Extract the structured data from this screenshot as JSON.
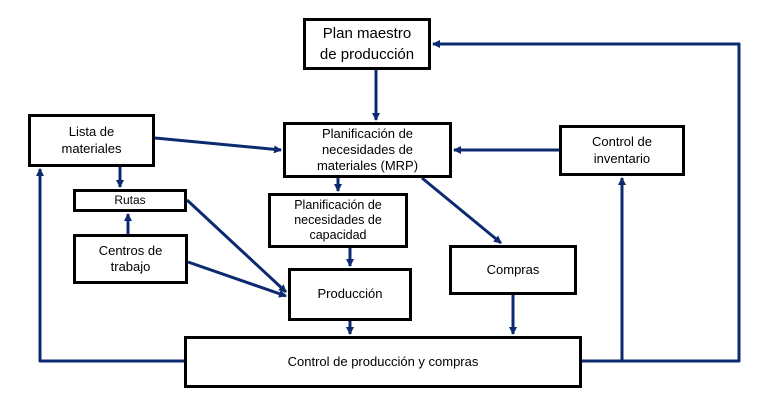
{
  "diagram": {
    "colors": {
      "arrow": "#0b2a6f",
      "box_border": "#000000",
      "background": "#ffffff"
    },
    "nodes": {
      "plan_maestro": "Plan maestro\nde producción",
      "lista_materiales": "Lista de\nmateriales",
      "mrp": "Planificación de\nnecesidades de\nmateriales (MRP)",
      "control_inventario": "Control de\ninventario",
      "rutas": "Rutas",
      "necesidades_capacidad": "Planificación de\nnecesidades de\ncapacidad",
      "centros_trabajo": "Centros de\ntrabajo",
      "compras": "Compras",
      "produccion": "Producción",
      "control_produccion_compras": "Control de producción y compras"
    }
  }
}
